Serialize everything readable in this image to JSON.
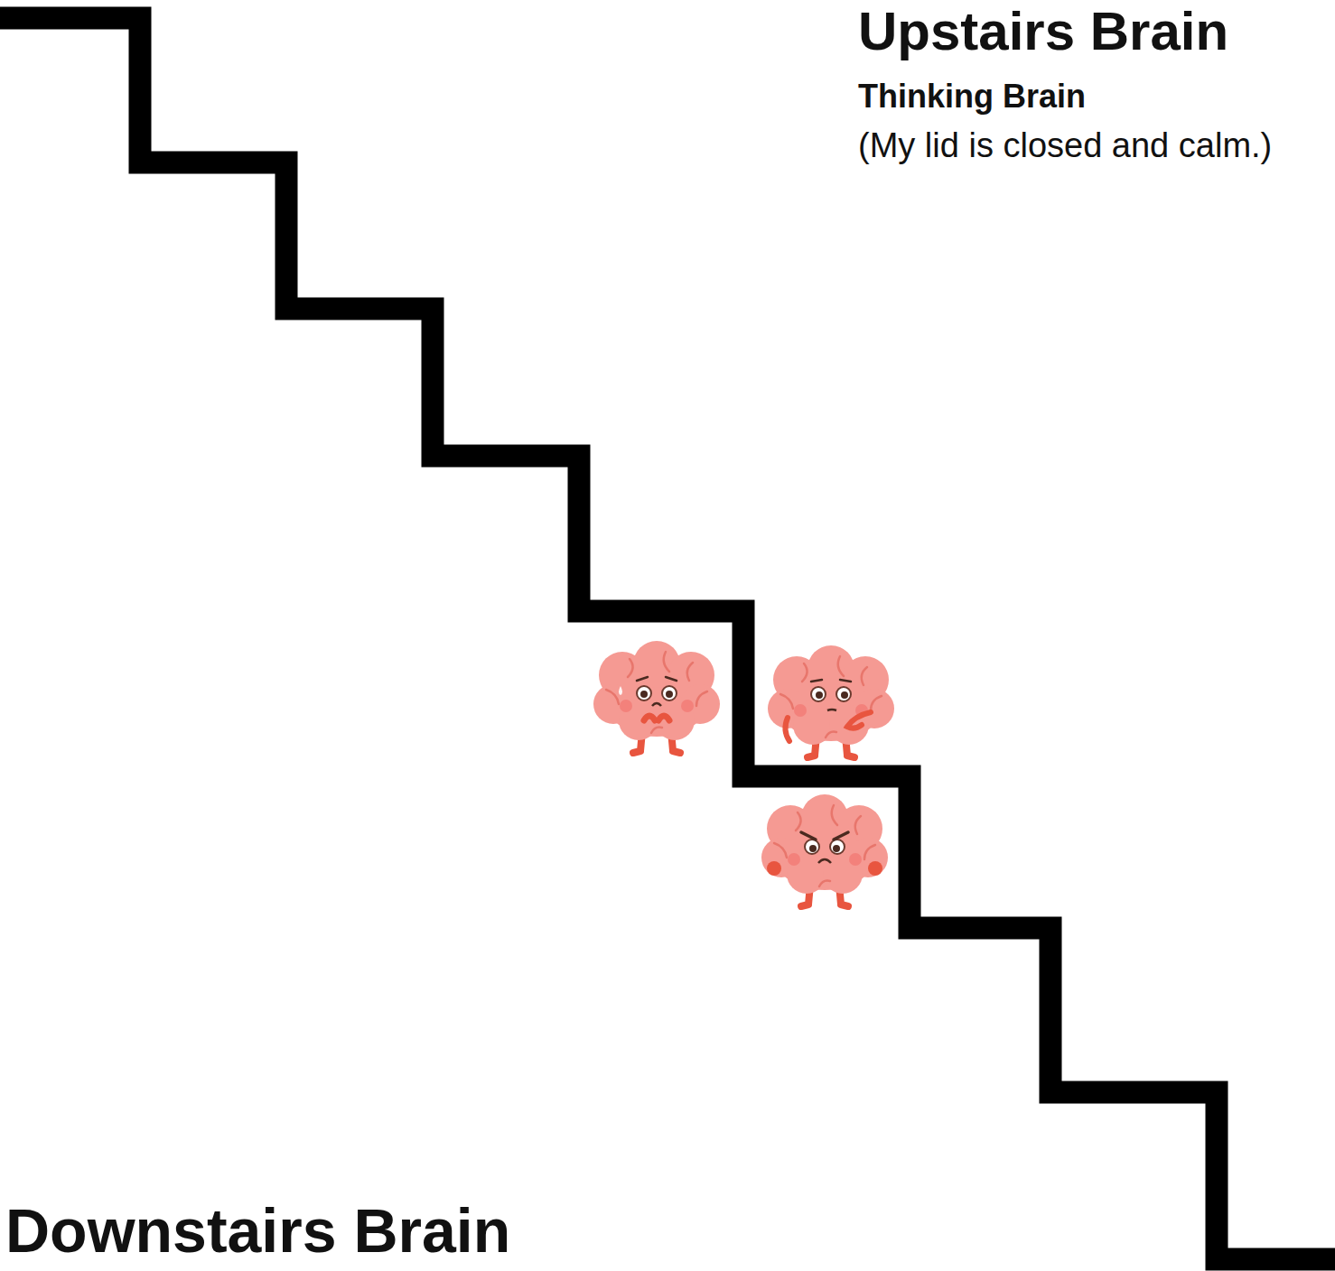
{
  "diagram": {
    "labels": [
      "Upstairs Brain",
      "Thinking Brain",
      "(My lid is closed and calm.)",
      "Downstairs Brain"
    ]
  }
}
